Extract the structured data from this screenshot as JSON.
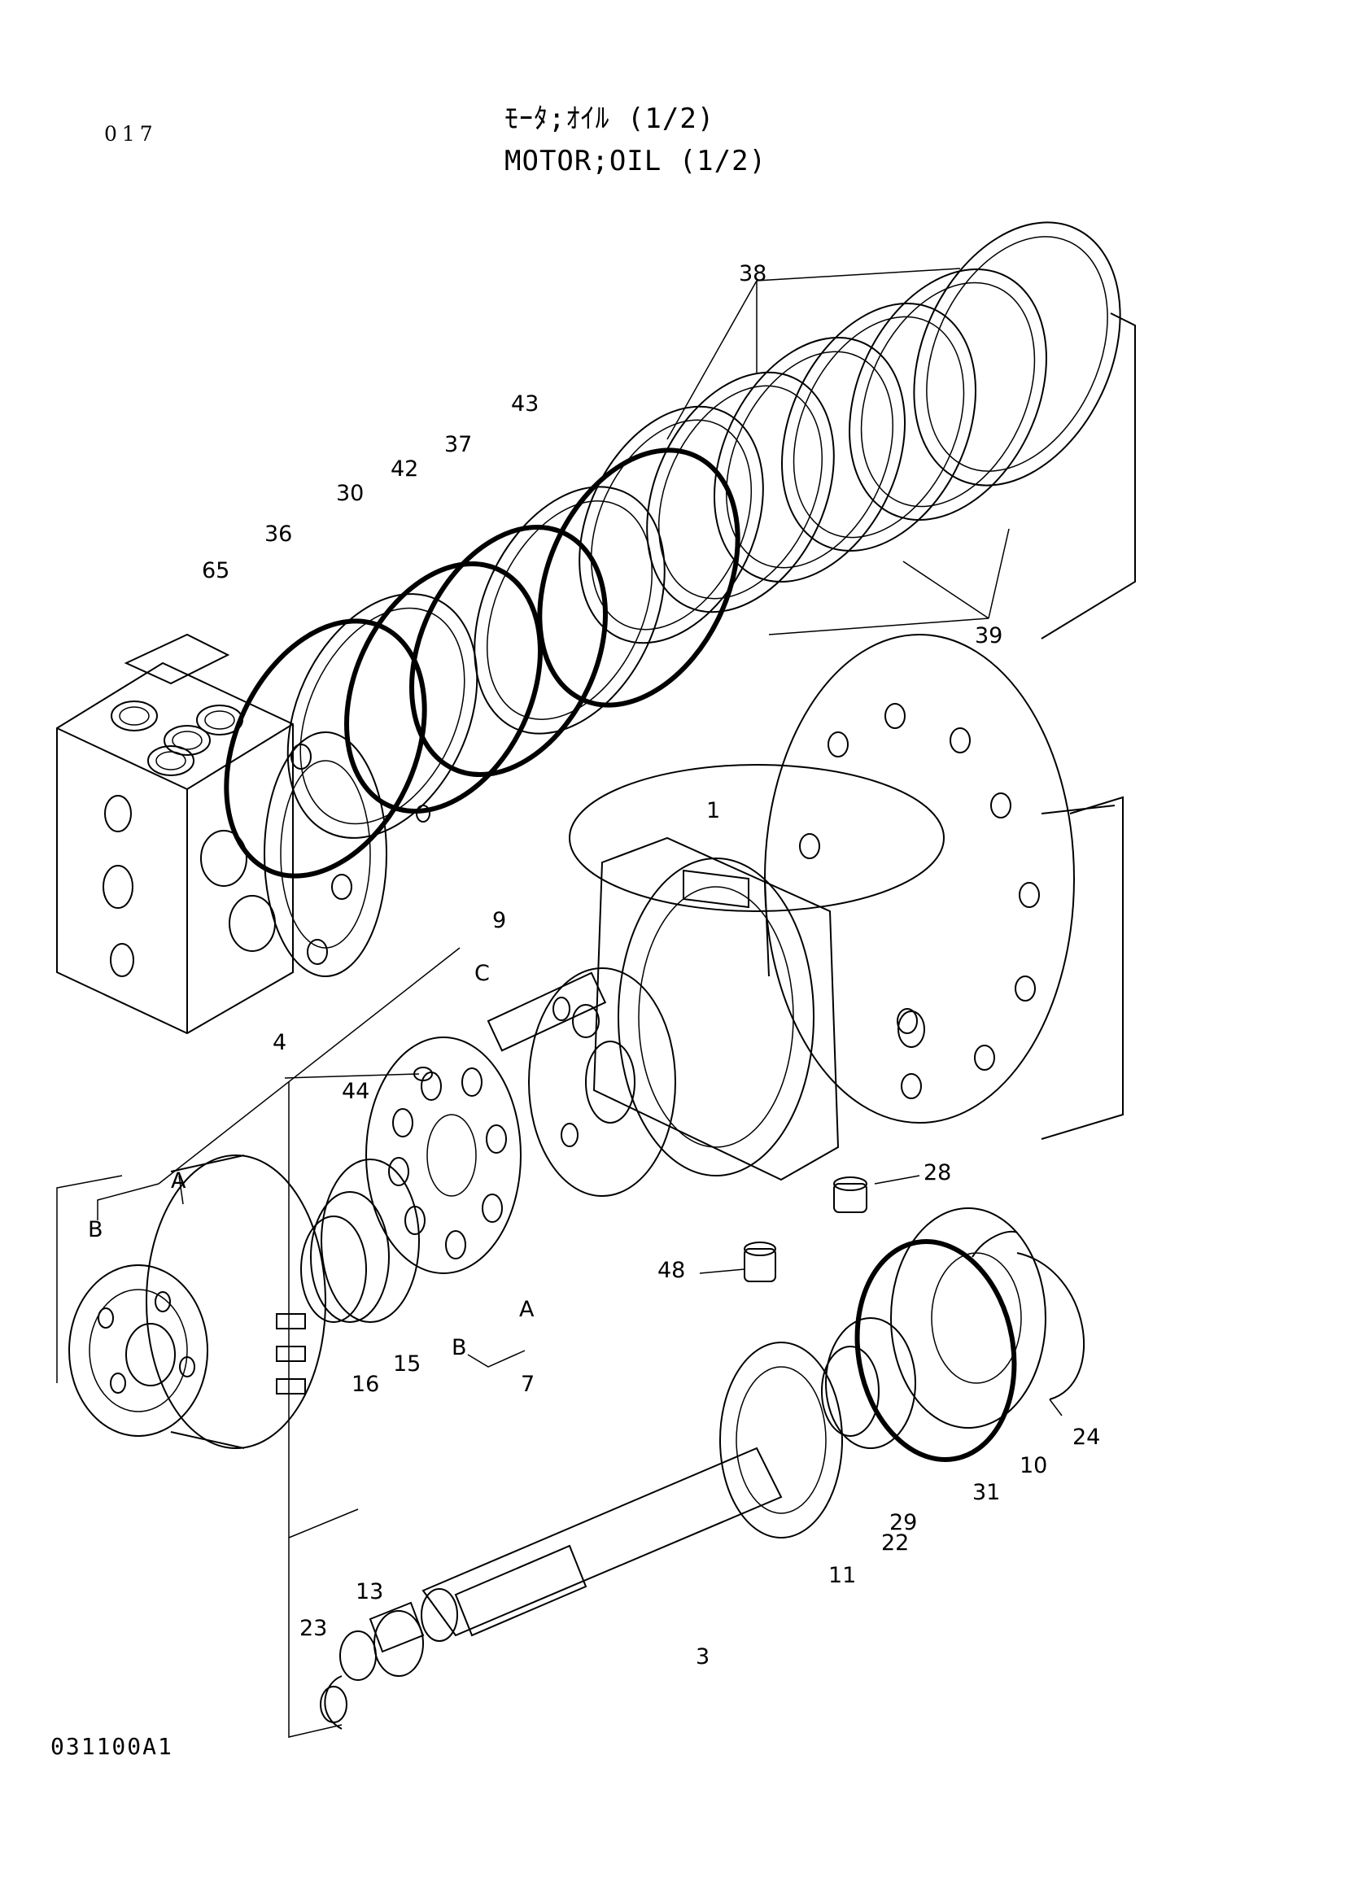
{
  "page_number": "017",
  "title_jp": "ﾓｰﾀ;ｵｲﾙ (1/2)",
  "title_en": "MOTOR;OIL (1/2)",
  "drawing_code": "031100A1",
  "callouts": {
    "c38": "38",
    "c39": "39",
    "c43": "43",
    "c37": "37",
    "c42": "42",
    "c30": "30",
    "c36": "36",
    "c65": "65",
    "c1": "1",
    "c9": "9",
    "cC": "C",
    "c4": "4",
    "c44": "44",
    "cA1": "A",
    "cB1": "B",
    "c28": "28",
    "c48": "48",
    "cA2": "A",
    "cB2": "B",
    "c7": "7",
    "c15": "15",
    "c16": "16",
    "c24": "24",
    "c10": "10",
    "c31": "31",
    "c29": "29",
    "c22": "22",
    "c11": "11",
    "c3": "3",
    "c13": "13",
    "c23": "23"
  }
}
